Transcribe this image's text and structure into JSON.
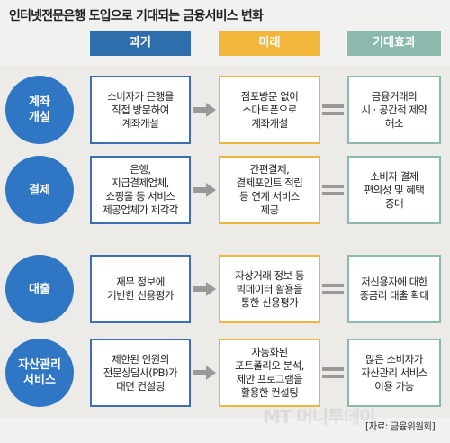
{
  "title": "인터넷전문은행 도입으로 기대되는 금융서비스 변화",
  "headers": {
    "past": "과거",
    "future": "미래",
    "effect": "기대효과"
  },
  "rows": [
    {
      "label": "계좌\n개설",
      "past": "소비자가 은행을\n직접 방문하여\n계좌개설",
      "future": "점포방문 없이\n스마트폰으로\n계좌개설",
      "effect": "금융거래의\n시 · 공간적 제약\n해소"
    },
    {
      "label": "결제",
      "past": "은행,\n지급결제업체,\n쇼핑몰 등 서비스\n제공업체가 제각각",
      "future": "간편결제,\n결제포인트 적립\n등 연계 서비스\n제공",
      "effect": "소비자 결제\n편의성 및 혜택\n증대"
    },
    {
      "label": "대출",
      "past": "재무 정보에\n기반한 신용평가",
      "future": "자상거래 정보 등\n빅데이터 활용을\n통한 신용평가",
      "effect": "저신용자에 대한\n중금리 대출 확대"
    },
    {
      "label": "자산관리\n서비스",
      "past": "제한된 인원의\n전문상담사(PB)가\n대면 컨설팅",
      "future": "자동화된\n포트폴리오 분석,\n제안 프로그램을\n활용한 컨설팅",
      "effect": "많은 소비자가\n자산관리 서비스\n이용 가능"
    }
  ],
  "source": "[자료: 금융위원회]",
  "watermark": "MT 머니투데이",
  "colors": {
    "past": "#2f6eac",
    "future": "#f2b63b",
    "effect": "#8cb9ad",
    "circle": "#2f77c5",
    "connector": "#999999"
  },
  "icons": {
    "connector_1": "arrow-right-icon",
    "connector_2": "equals-icon"
  }
}
